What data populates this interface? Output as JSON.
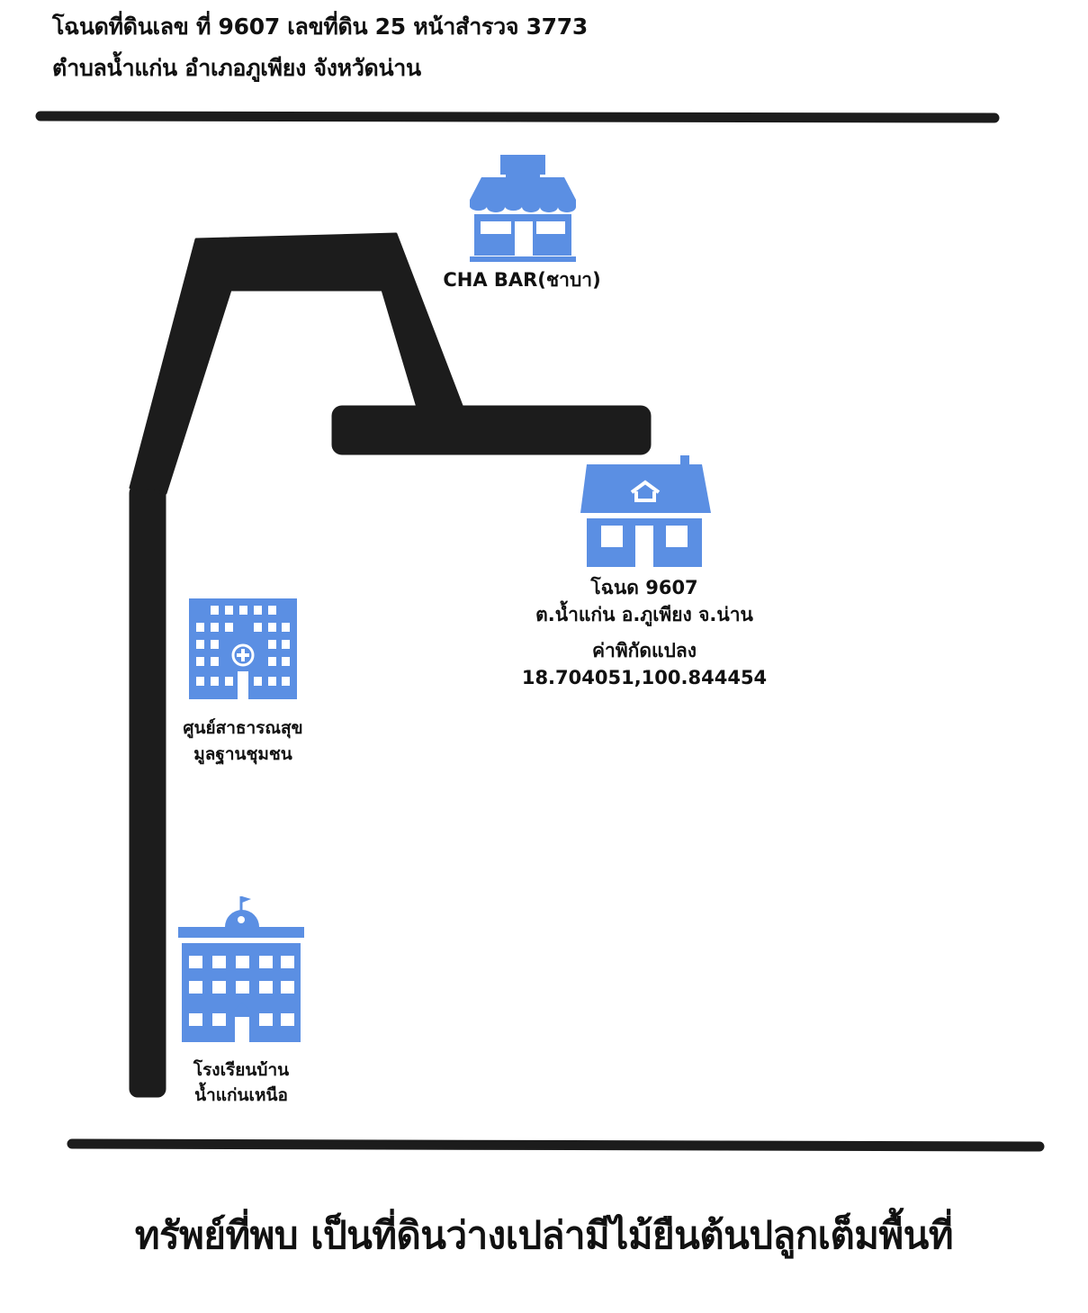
{
  "header": {
    "line1": "โฉนดที่ดินเลข  ที่ 9607 เลขที่ดิน 25 หน้าสำรวจ 3773",
    "line2": "ตำบลน้ำแก่น อำเภอภูเพียง จังหวัดน่าน"
  },
  "colors": {
    "road": "#1c1c1c",
    "icon": "#5b8fe3",
    "text": "#111111"
  },
  "landmarks": {
    "cha_bar": {
      "icon": "shop-icon",
      "label": "CHA BAR(ชาบา)"
    },
    "land_plot": {
      "icon": "house-icon",
      "label_line1": "โฉนด 9607",
      "label_line2": "ต.น้ำแก่น อ.ภูเพียง จ.น่าน",
      "label_line3": "ค่าพิกัดแปลง",
      "coordinates": "18.704051,100.844454"
    },
    "health_center": {
      "icon": "hospital-icon",
      "label_line1": "ศูนย์สาธารณสุข",
      "label_line2": "มูลฐานชุมชน"
    },
    "school": {
      "icon": "school-icon",
      "label_line1": "โรงเรียนบ้าน",
      "label_line2": "น้ำแก่นเหนือ"
    }
  },
  "footer": {
    "text": "ทรัพย์ที่พบ เป็นที่ดินว่างเปล่ามีไม้ยืนต้นปลูกเต็มพื้นที่"
  }
}
